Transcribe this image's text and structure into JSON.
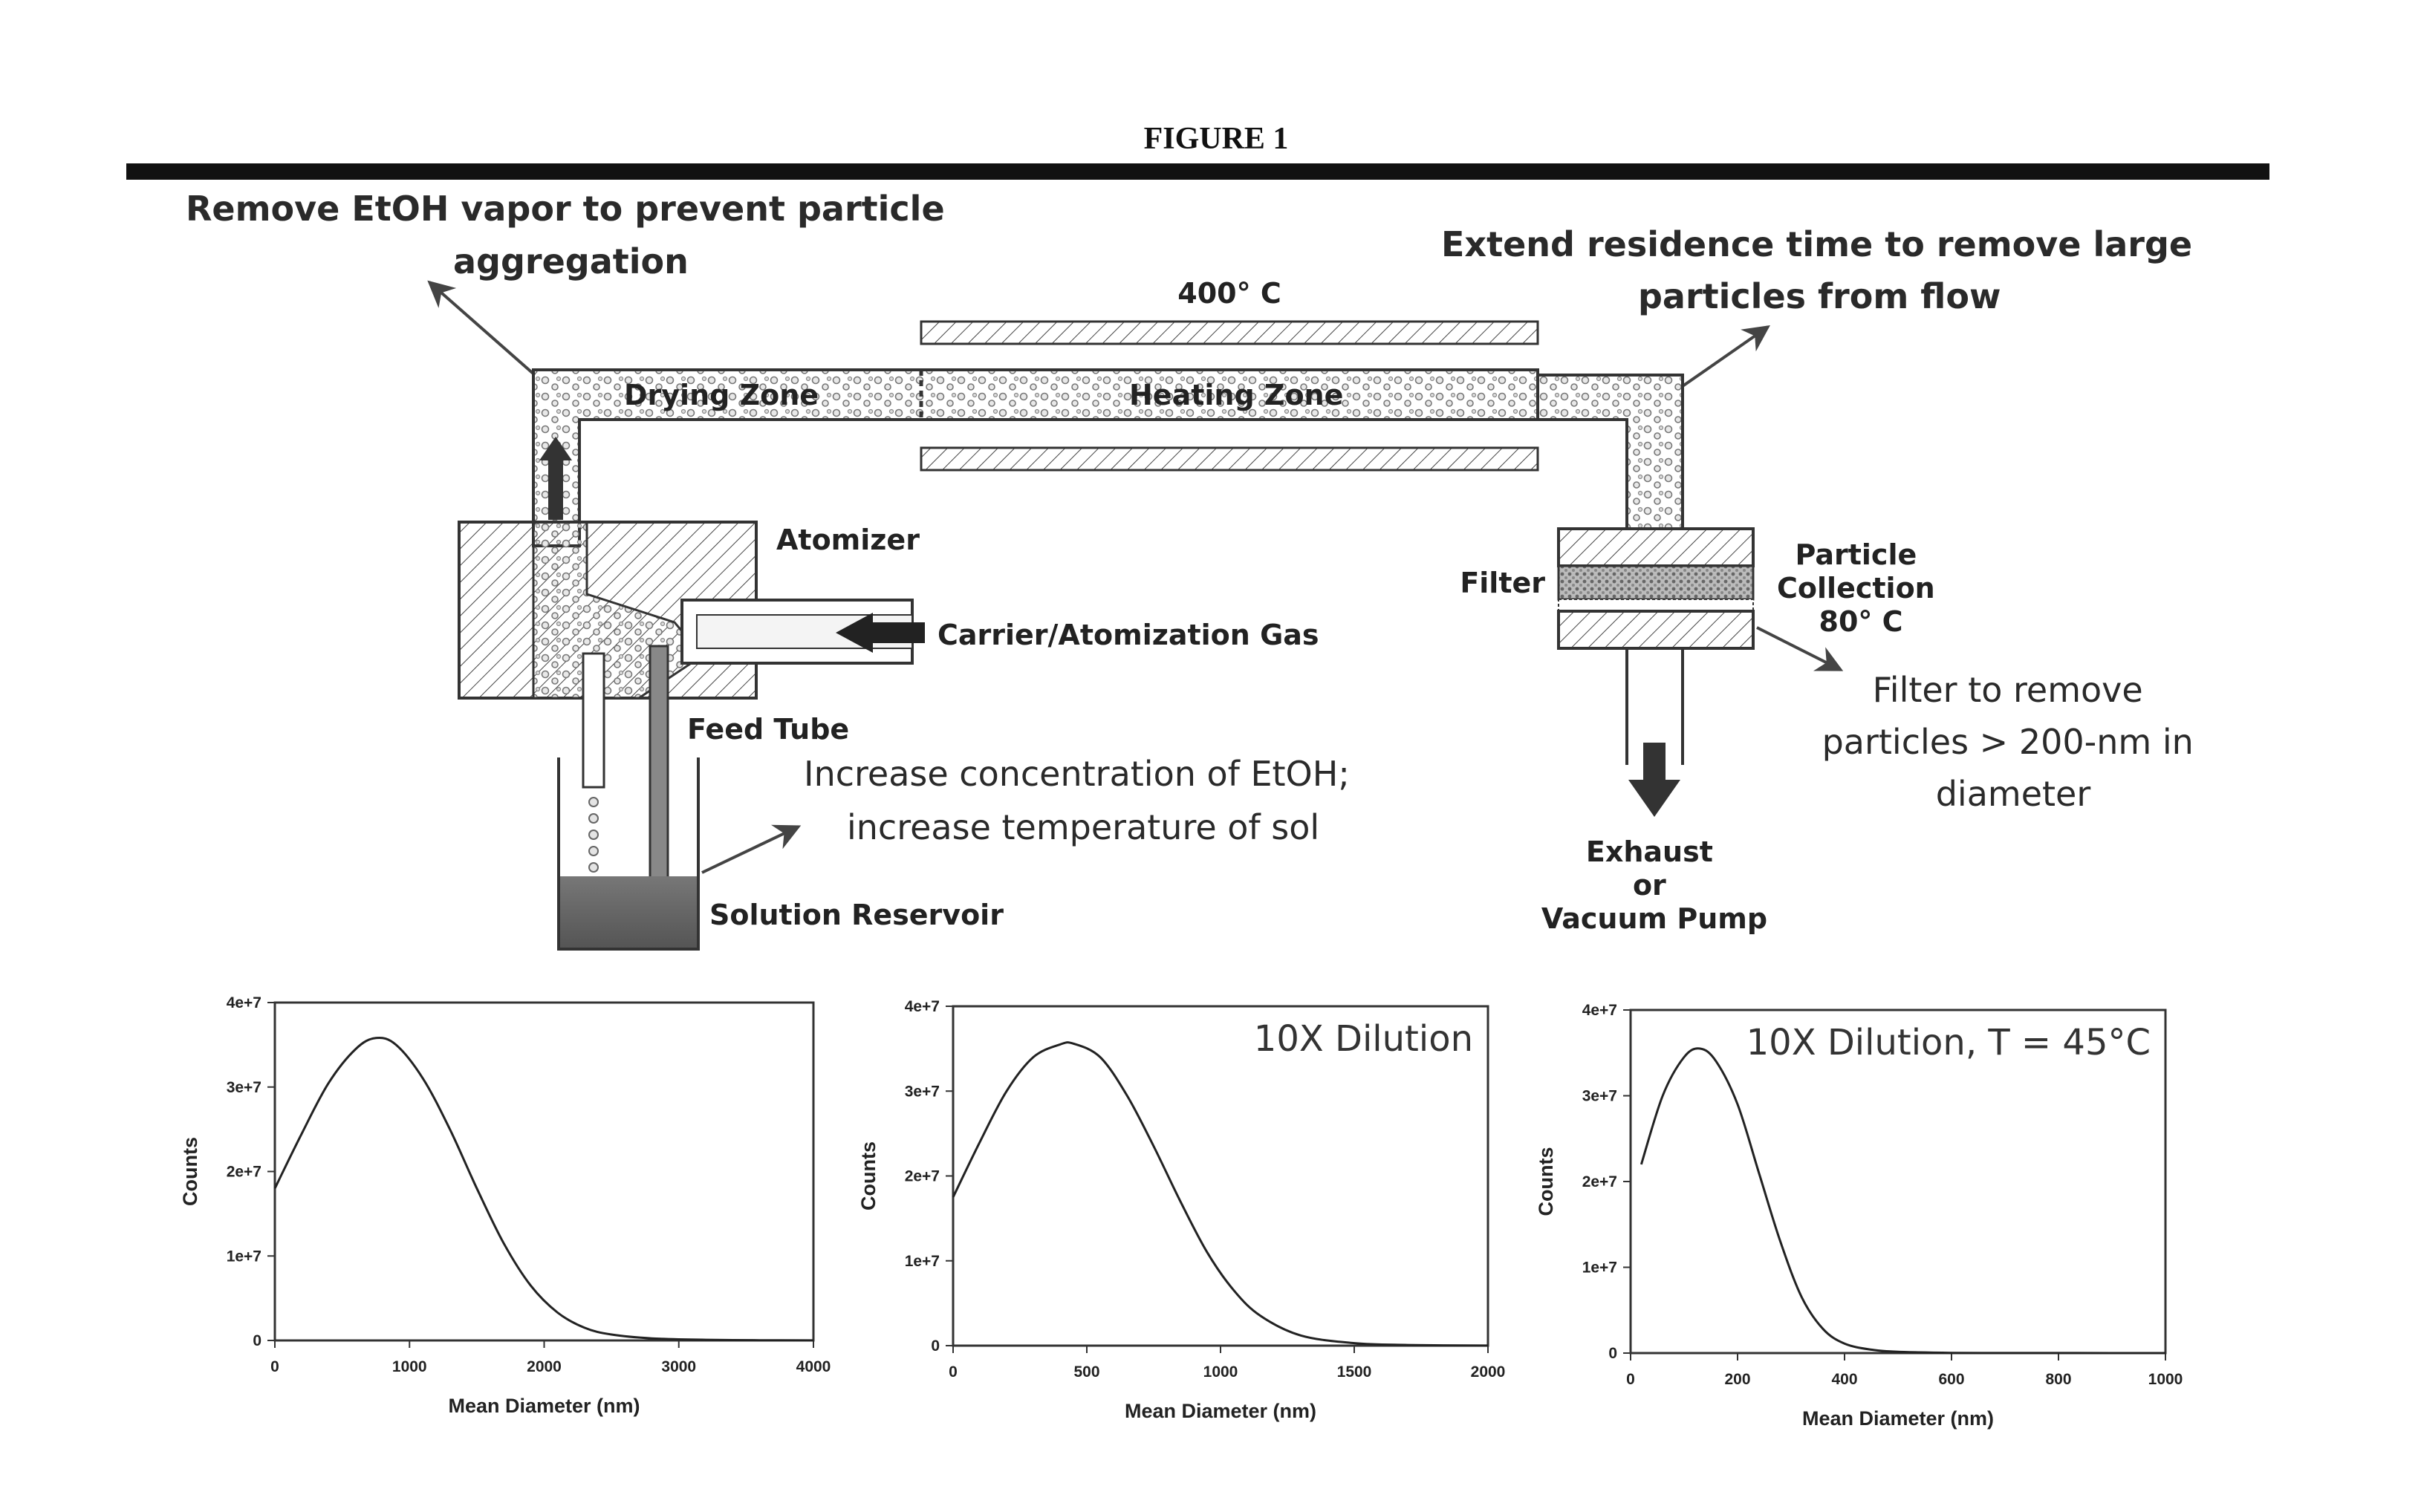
{
  "figure_title": "FIGURE 1",
  "diagram": {
    "notes": {
      "remove_etoh": [
        "Remove EtOH vapor to prevent particle",
        "aggregation"
      ],
      "residence": [
        "Extend residence time to remove large",
        "particles from flow"
      ],
      "concentration": [
        "Increase concentration of EtOH;",
        "increase temperature of sol"
      ],
      "filter": [
        "Filter to remove",
        "particles > 200-nm in",
        "diameter"
      ]
    },
    "labels": {
      "temperature": "400° C",
      "drying_zone": "Drying Zone",
      "heating_zone": "Heating Zone",
      "atomizer": "Atomizer",
      "carrier_gas": "Carrier/Atomization Gas",
      "feed_tube": "Feed Tube",
      "solution_reservoir": "Solution Reservoir",
      "filter": "Filter",
      "particle_collection": [
        "Particle",
        "Collection",
        "80° C"
      ],
      "exhaust": [
        "Exhaust",
        "or",
        "Vacuum Pump"
      ]
    }
  },
  "chart_data": [
    {
      "type": "line",
      "title": "",
      "xlabel": "Mean Diameter (nm)",
      "ylabel": "Counts",
      "xlim": [
        0,
        4000
      ],
      "ylim": [
        0,
        40000000
      ],
      "xticks": [
        "0",
        "1000",
        "2000",
        "3000",
        "4000"
      ],
      "yticks": [
        "0",
        "1e+7",
        "2e+7",
        "3e+7",
        "4e+7"
      ],
      "x": [
        0,
        200,
        400,
        600,
        750,
        900,
        1100,
        1300,
        1500,
        1700,
        1900,
        2100,
        2300,
        2500,
        2800,
        3200,
        3600,
        4000
      ],
      "y": [
        18000000,
        24500000,
        30500000,
        34500000,
        35800000,
        35000000,
        31000000,
        25000000,
        18000000,
        11500000,
        6500000,
        3300000,
        1500000,
        700000,
        250000,
        80000,
        30000,
        10000
      ]
    },
    {
      "type": "line",
      "title": "10X Dilution",
      "xlabel": "Mean Diameter (nm)",
      "ylabel": "Counts",
      "xlim": [
        0,
        2000
      ],
      "ylim": [
        0,
        40000000
      ],
      "xticks": [
        "0",
        "500",
        "1000",
        "1500",
        "2000"
      ],
      "yticks": [
        "0",
        "1e+7",
        "2e+7",
        "3e+7",
        "4e+7"
      ],
      "x": [
        0,
        100,
        200,
        300,
        400,
        450,
        550,
        650,
        750,
        850,
        950,
        1050,
        1150,
        1300,
        1500,
        1700,
        2000
      ],
      "y": [
        17500000,
        24000000,
        30000000,
        34000000,
        35500000,
        35600000,
        34000000,
        29500000,
        23500000,
        17000000,
        11000000,
        6500000,
        3500000,
        1200000,
        300000,
        80000,
        10000
      ]
    },
    {
      "type": "line",
      "title": "10X Dilution, T = 45°C",
      "xlabel": "Mean Diameter (nm)",
      "ylabel": "Counts",
      "xlim": [
        0,
        1000
      ],
      "ylim": [
        0,
        40000000
      ],
      "xticks": [
        "0",
        "200",
        "400",
        "600",
        "800",
        "1000"
      ],
      "yticks": [
        "0",
        "1e+7",
        "2e+7",
        "3e+7",
        "4e+7"
      ],
      "x": [
        20,
        60,
        100,
        130,
        160,
        200,
        240,
        280,
        320,
        360,
        400,
        450,
        500,
        600,
        700,
        800,
        900,
        1000
      ],
      "y": [
        22000000,
        30000000,
        34500000,
        35500000,
        34000000,
        29000000,
        21000000,
        13000000,
        6500000,
        2800000,
        1100000,
        400000,
        150000,
        30000,
        10000,
        5000,
        2000,
        1000
      ]
    }
  ]
}
